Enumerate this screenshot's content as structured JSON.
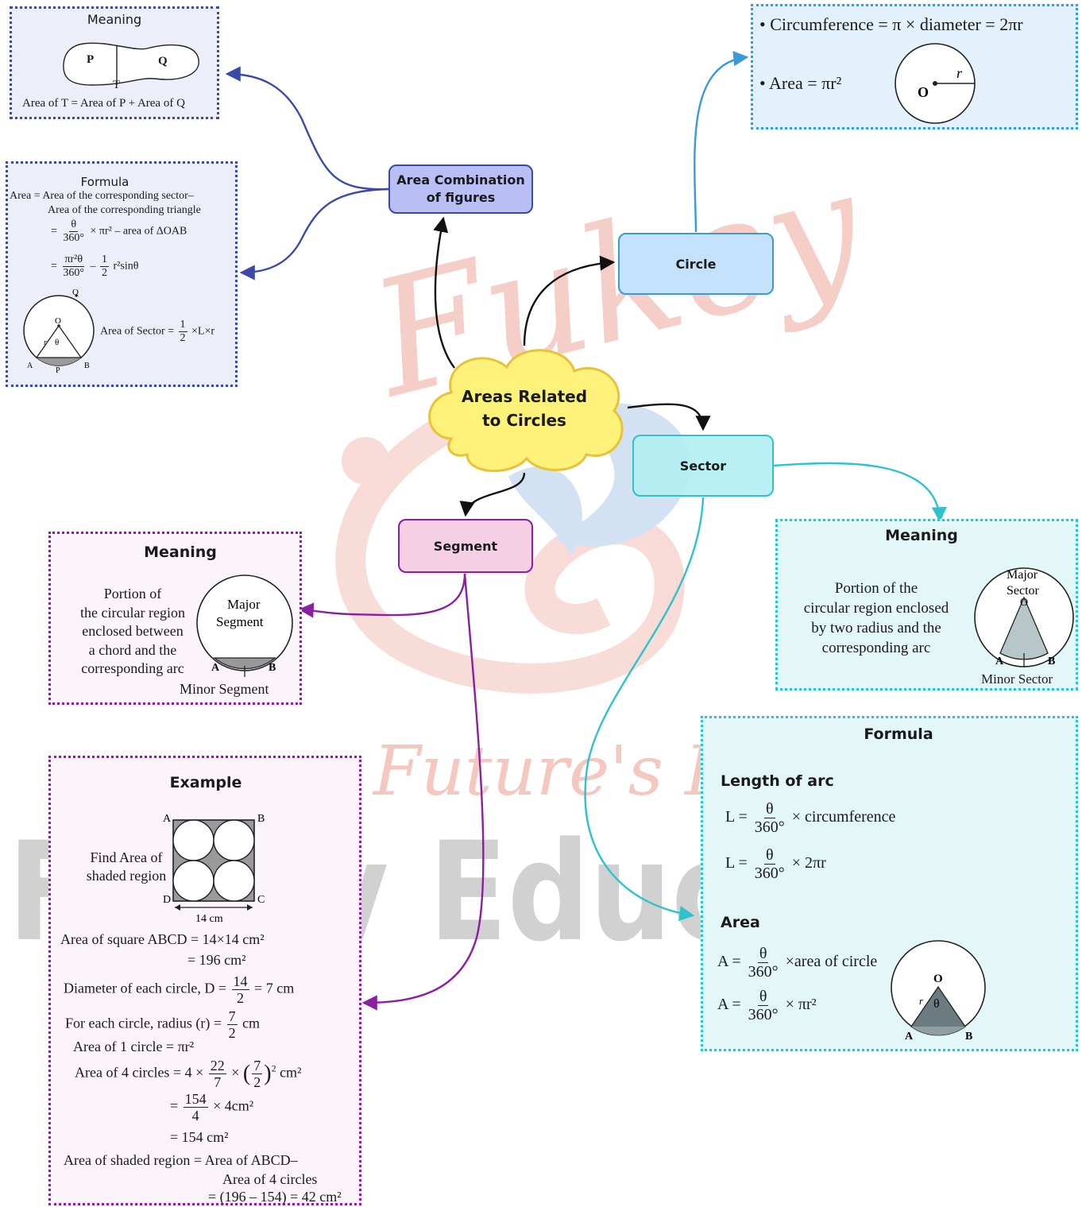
{
  "watermark": {
    "brand": "Fukey",
    "tagline": "Future's Key",
    "banner": "Fukey Education"
  },
  "center": {
    "label": "Areas Related to Circles"
  },
  "nodes": {
    "combination": "Area Combination of figures",
    "circle": "Circle",
    "sector": "Sector",
    "segment": "Segment"
  },
  "combo_meaning": {
    "heading": "Meaning",
    "p": "P",
    "q": "Q",
    "t": "T",
    "caption": "Area of T = Area of P + Area of Q"
  },
  "combo_formula": {
    "heading": "Formula",
    "line1": "Area = Area of the corresponding sector–",
    "line2": "Area of the corresponding triangle",
    "eq1_num": "θ",
    "eq1_den": "360°",
    "eq1_tail": "× πr² – area of ΔOAB",
    "eq2_num": "πr²θ",
    "eq2_den": "360°",
    "eq2_minus": "–",
    "eq2_half_num": "1",
    "eq2_half_den": "2",
    "eq2_tail": "r²sinθ",
    "sector_label": "Area of Sector =",
    "sector_num": "1",
    "sector_den": "2",
    "sector_tail": "×L×r",
    "lbl_q": "Q",
    "lbl_o": "O",
    "lbl_r": "r",
    "lbl_theta": "θ",
    "lbl_a": "A",
    "lbl_p": "P",
    "lbl_b": "B",
    "eq_sign": "="
  },
  "circle_box": {
    "circumference": "• Circumference = π × diameter = 2πr",
    "area": "• Area = πr²",
    "lbl_o": "O",
    "lbl_r": "r"
  },
  "sector_meaning": {
    "heading": "Meaning",
    "lines": [
      "Portion of the",
      "circular region enclosed",
      "by two radius and the",
      "corresponding arc"
    ],
    "major": "Major",
    "sector_word": "Sector",
    "lbl_o": "O",
    "lbl_a": "A",
    "lbl_b": "B",
    "minor": "Minor Sector"
  },
  "sector_formula": {
    "heading": "Formula",
    "arc_heading": "Length of arc",
    "l1_lhs": "L =",
    "num": "θ",
    "den": "360°",
    "l1_tail": "× circumference",
    "l2_lhs": "L =",
    "l2_tail": "× 2πr",
    "area_heading": "Area",
    "a1_lhs": "A =",
    "a1_tail": "×area of circle",
    "a2_lhs": "A =",
    "a2_tail": "× πr²",
    "lbl_o": "O",
    "lbl_r": "r",
    "lbl_theta": "θ",
    "lbl_a": "A",
    "lbl_b": "B"
  },
  "segment_meaning": {
    "heading": "Meaning",
    "lines": [
      "Portion of",
      "the circular region",
      "enclosed between",
      "a chord and the",
      "corresponding arc"
    ],
    "major1": "Major",
    "major2": "Segment",
    "lbl_a": "A",
    "lbl_b": "B",
    "minor": "Minor Segment"
  },
  "example": {
    "heading": "Example",
    "find1": "Find Area of",
    "find2": "shaded region",
    "lbl_a": "A",
    "lbl_b": "B",
    "lbl_c": "C",
    "lbl_d": "D",
    "dim": "14 cm",
    "s1": "Area of square ABCD = 14×14 cm²",
    "s2": "= 196 cm²",
    "s3_pre": "Diameter of each circle, D =",
    "s3_num": "14",
    "s3_den": "2",
    "s3_post": "= 7 cm",
    "s4_pre": "For each circle, radius (r) =",
    "s4_num": "7",
    "s4_den": "2",
    "s4_post": "cm",
    "s5": "Area of 1 circle = πr²",
    "s6_pre": "Area of 4 circles = 4 ×",
    "s6_num": "22",
    "s6_den": "7",
    "s6_mid": "×",
    "s6_paren_num": "7",
    "s6_paren_den": "2",
    "s6_exp": "2",
    "s6_post": "cm²",
    "s7_pre": "=",
    "s7_num": "154",
    "s7_den": "4",
    "s7_post": "× 4cm²",
    "s8": "= 154 cm²",
    "s9": "Area of shaded region = Area of ABCD–",
    "s10": "Area of 4 circles",
    "s11": "= (196 – 154) = 42 cm²"
  },
  "colors": {
    "navy": "#3b4aa8",
    "blue": "#3a9ad9",
    "teal": "#2fc2cc",
    "purple": "#8a1fa0",
    "black": "#111111"
  }
}
